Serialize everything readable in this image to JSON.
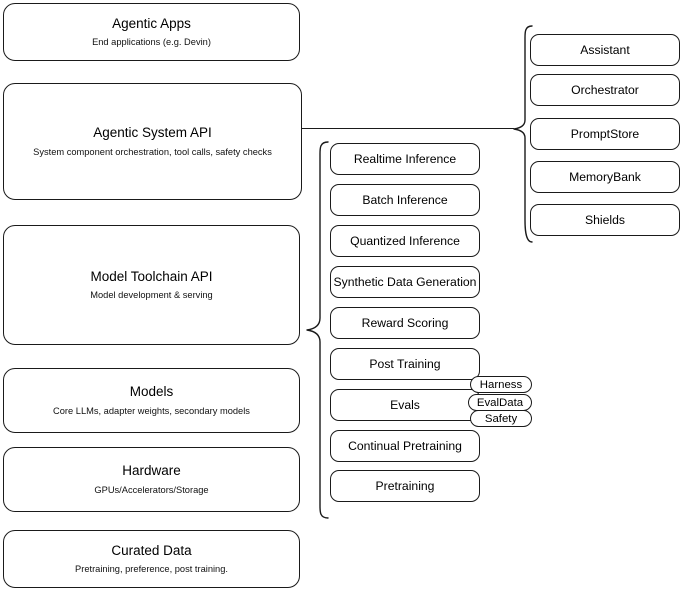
{
  "diagram": {
    "title": "Llama Stack layered architecture diagram",
    "stroke_color": "#1a1a1a",
    "background_color": "#ffffff"
  },
  "left_stack": {
    "label": "platform-layers",
    "items": [
      {
        "title": "Agentic Apps",
        "subtitle": "End applications (e.g. Devin)"
      },
      {
        "title": "Agentic System API",
        "subtitle": "System component orchestration, tool calls, safety checks"
      },
      {
        "title": "Model Toolchain API",
        "subtitle": "Model development & serving"
      },
      {
        "title": "Models",
        "subtitle": "Core LLMs, adapter weights, secondary models"
      },
      {
        "title": "Hardware",
        "subtitle": "GPUs/Accelerators/Storage"
      },
      {
        "title": "Curated Data",
        "subtitle": "Pretraining, preference, post training."
      }
    ]
  },
  "toolchain_column": {
    "label": "model-toolchain-api-capabilities",
    "items": [
      {
        "label": "Realtime Inference"
      },
      {
        "label": "Batch Inference"
      },
      {
        "label": "Quantized Inference"
      },
      {
        "label": "Synthetic Data Generation"
      },
      {
        "label": "Reward Scoring"
      },
      {
        "label": "Post Training"
      },
      {
        "label": "Evals"
      },
      {
        "label": "Continual Pretraining"
      },
      {
        "label": "Pretraining"
      }
    ]
  },
  "evals_tags": {
    "label": "evals-subcomponents",
    "items": [
      {
        "label": "Harness"
      },
      {
        "label": "EvalData"
      },
      {
        "label": "Safety"
      }
    ]
  },
  "agentic_column": {
    "label": "agentic-system-api-components",
    "items": [
      {
        "label": "Assistant"
      },
      {
        "label": "Orchestrator"
      },
      {
        "label": "PromptStore"
      },
      {
        "label": "MemoryBank"
      },
      {
        "label": "Shields"
      }
    ]
  }
}
